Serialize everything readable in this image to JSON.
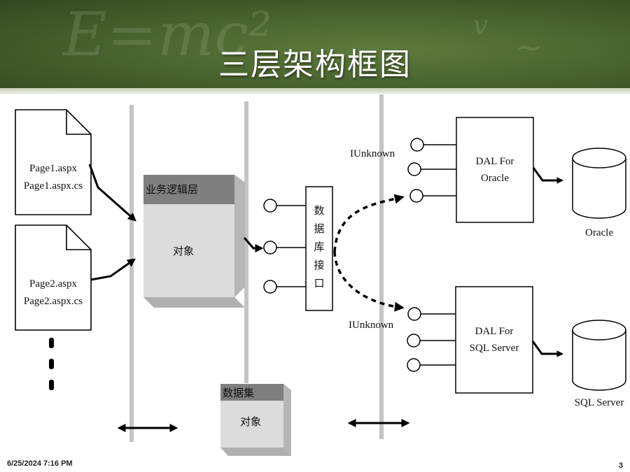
{
  "title": "三层架构框图",
  "decor": {
    "chalk_formula": "E=mc²"
  },
  "pages": [
    {
      "line1": "Page1.aspx",
      "line2": "Page1.aspx.cs"
    },
    {
      "line1": "Page2.aspx",
      "line2": "Page2.aspx.cs"
    }
  ],
  "business_layer": {
    "header": "业务逻辑层",
    "body": "对象"
  },
  "dataset": {
    "header": "数据集",
    "body": "对象"
  },
  "db_interface": {
    "chars": [
      "数",
      "据",
      "库",
      "接",
      "口"
    ]
  },
  "iunknown_label": "IUnknown",
  "dal_oracle": {
    "line1": "DAL For",
    "line2": "Oracle"
  },
  "dal_sql": {
    "line1": "DAL For",
    "line2": "SQL Server"
  },
  "databases": {
    "oracle": "Oracle",
    "sql_server": "SQL Server"
  },
  "footer": {
    "date": "6/25/2024 7:16 PM",
    "page_number": "3"
  },
  "colors": {
    "banner": "#4a6530",
    "box_face": "#dcdcdc",
    "box_header": "#7f7f7f",
    "separator": "#c4c4c4"
  }
}
